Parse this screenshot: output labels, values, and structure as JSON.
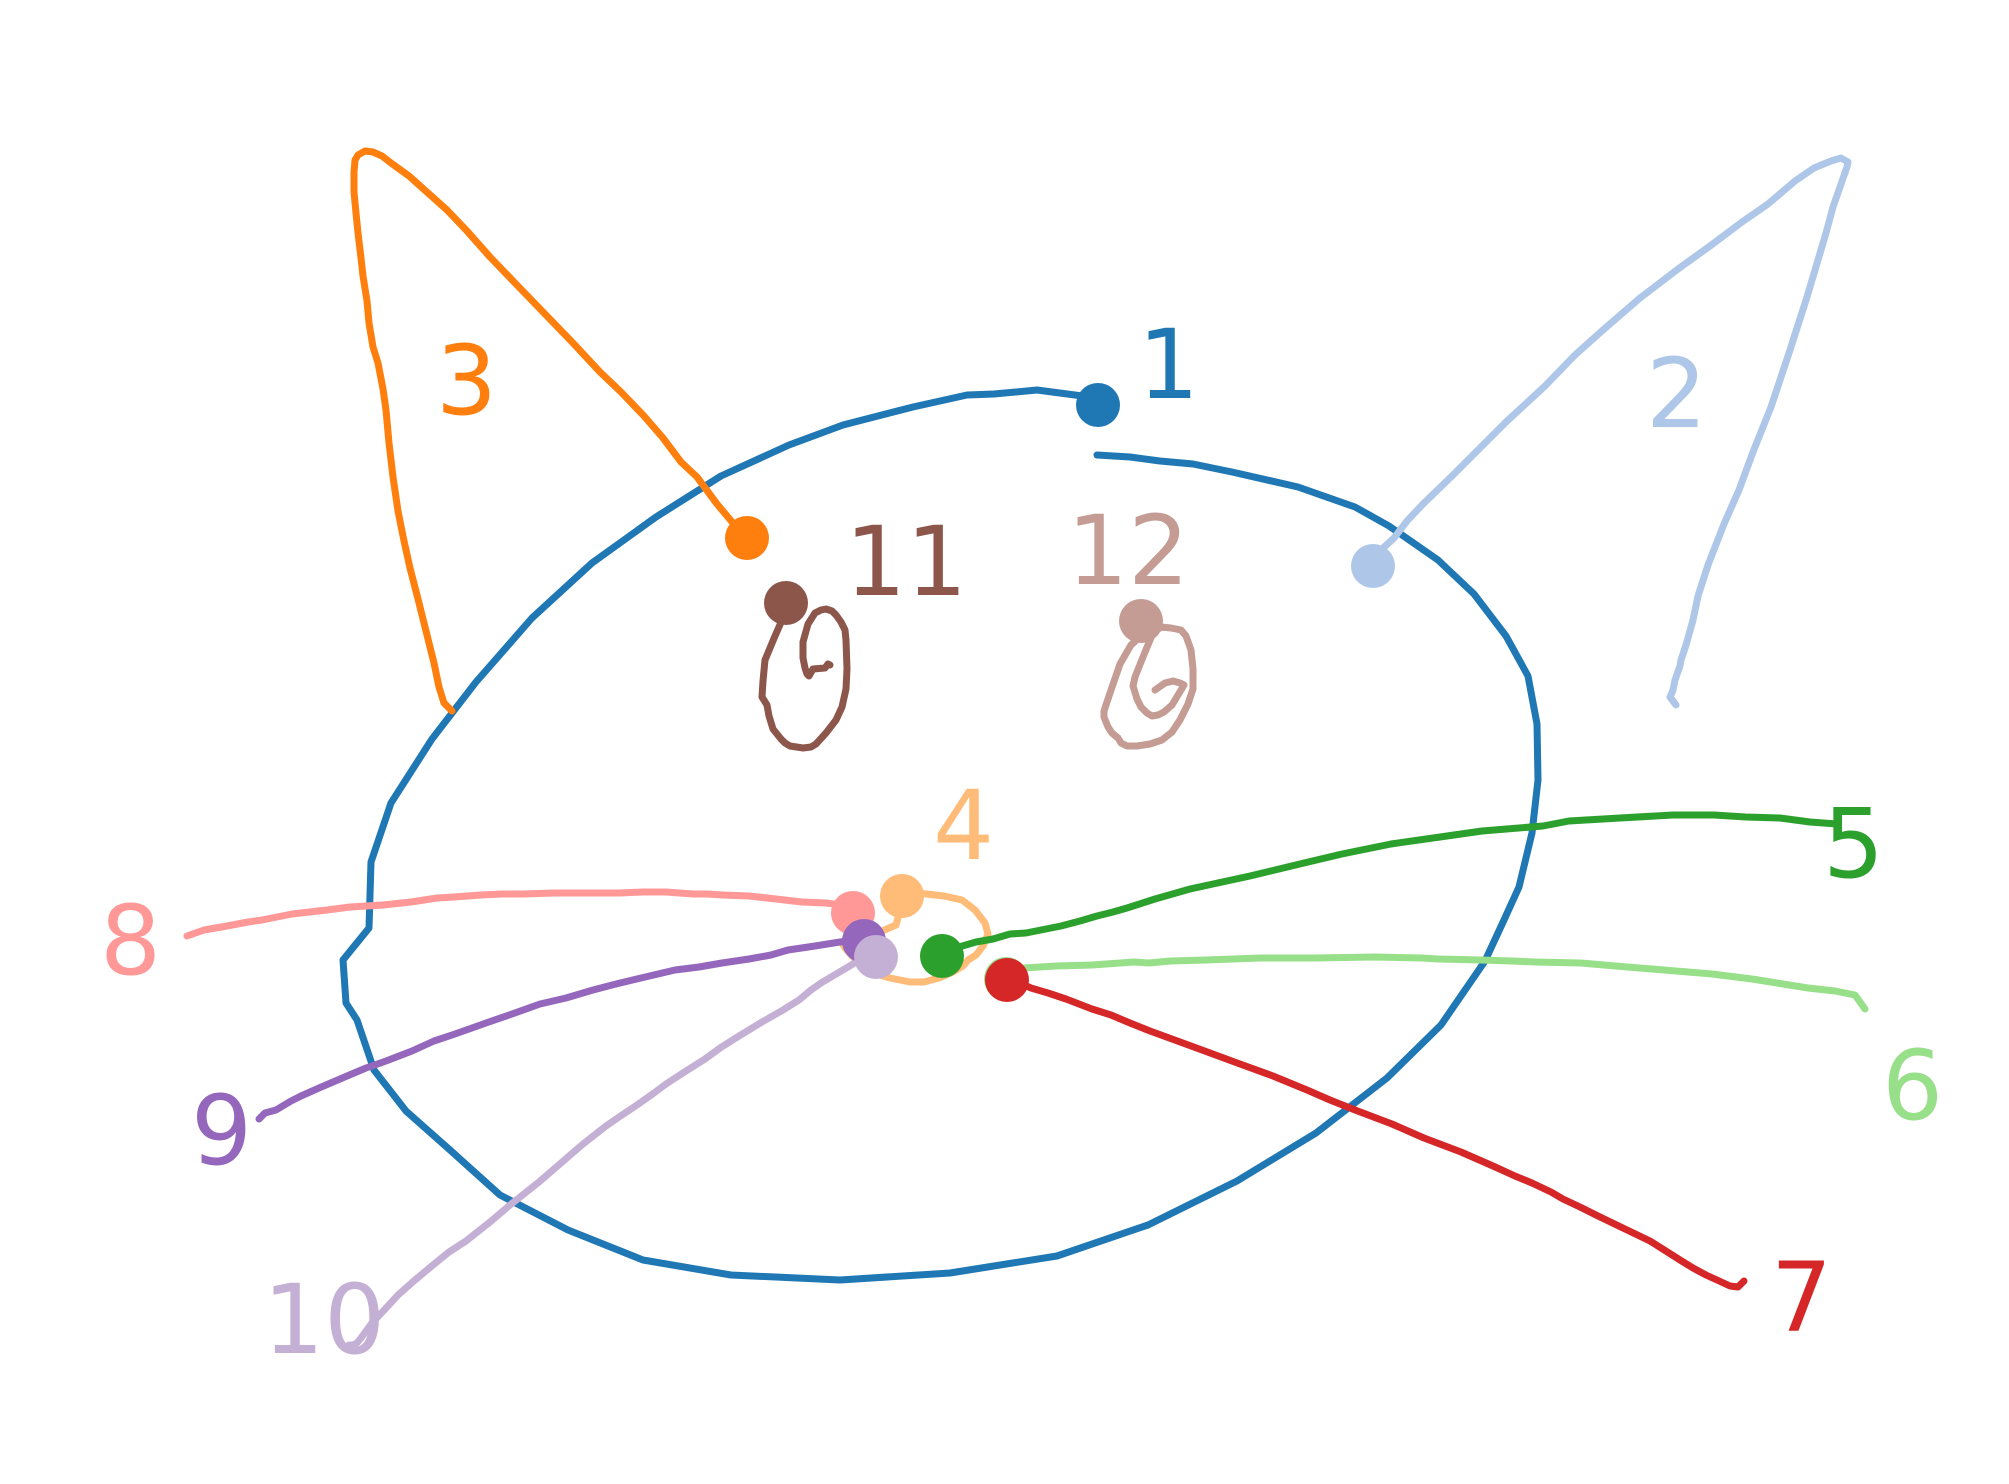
{
  "strokes": [
    {
      "label": "1",
      "color": "#1f77b4"
    },
    {
      "label": "2",
      "color": "#aec7e8"
    },
    {
      "label": "3",
      "color": "#ff7f0e"
    },
    {
      "label": "4",
      "color": "#ffbb78"
    },
    {
      "label": "5",
      "color": "#2ca02c"
    },
    {
      "label": "6",
      "color": "#98df8a"
    },
    {
      "label": "7",
      "color": "#d62728"
    },
    {
      "label": "8",
      "color": "#ff9896"
    },
    {
      "label": "9",
      "color": "#9467bd"
    },
    {
      "label": "10",
      "color": "#c5b0d5"
    },
    {
      "label": "11",
      "color": "#8c564b"
    },
    {
      "label": "12",
      "color": "#c49c94"
    }
  ]
}
